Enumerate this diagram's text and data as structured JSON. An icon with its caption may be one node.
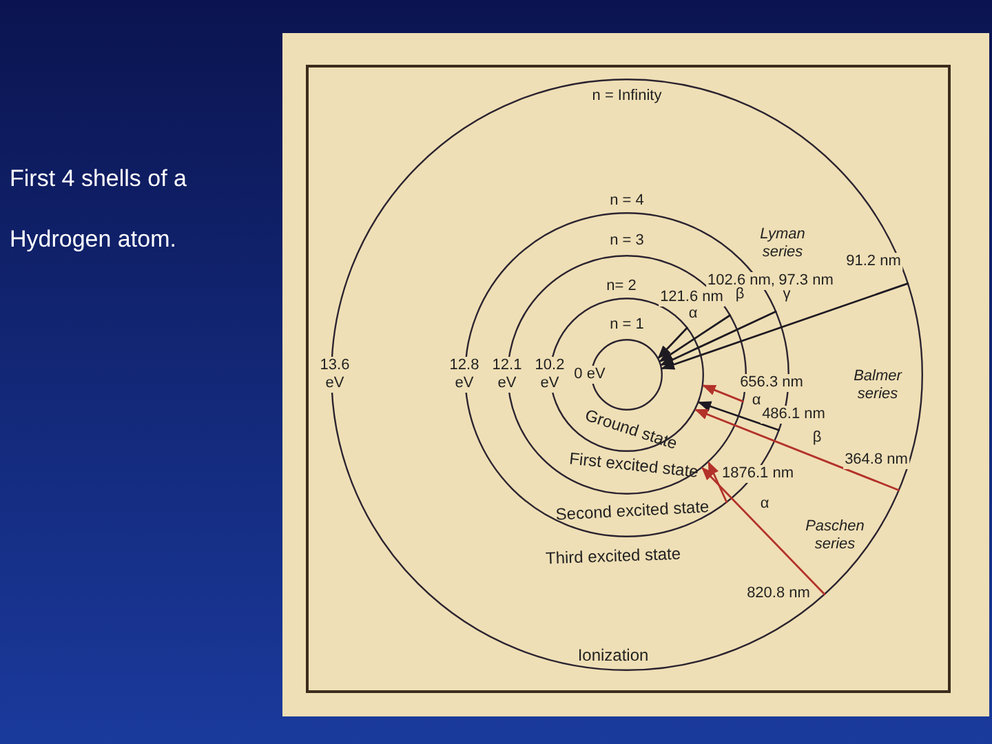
{
  "diagram": {
    "title": "First 4 shells of a Hydrogen atom.",
    "nodes": [
      {
        "text": [
          "n = Infinity",
          "13.6 eV",
          "Ionization"
        ]
      },
      {
        "text": [
          "n = 4",
          "12.8 eV",
          "Third excited state"
        ],
        "in": 0
      },
      {
        "text": [
          "n = 3",
          "12.1 eV",
          "Second excited state"
        ],
        "in": 1
      },
      {
        "text": [
          "n= 2",
          "10.2 eV",
          "First excited state"
        ],
        "in": 2
      },
      {
        "text": [
          "n = 1",
          "0 eV",
          "Ground state"
        ],
        "in": 3
      }
    ],
    "edges": [
      {
        "from": 3,
        "to": 4,
        "arrow": "to",
        "label": "121.6 nm"
      },
      {
        "from": 2,
        "to": 4,
        "arrow": "to",
        "label": "102.6 nm,"
      },
      {
        "from": 1,
        "to": 4,
        "arrow": "to",
        "label": "97.3 nm"
      },
      {
        "from": 0,
        "to": 4,
        "arrow": "to",
        "label": "91.2 nm"
      },
      {
        "from": 2,
        "to": 3,
        "arrow": "to",
        "label": "656.3 nm",
        "color": "#b3322a"
      },
      {
        "from": 1,
        "to": 3,
        "arrow": "to",
        "label": "486.1 nm"
      },
      {
        "from": 0,
        "to": 3,
        "arrow": "to",
        "label": "364.8 nm",
        "color": "#b3322a"
      },
      {
        "from": 1,
        "to": 2,
        "arrow": "to",
        "label": "1876.1 nm",
        "color": "#b3322a"
      },
      {
        "from": 0,
        "to": 2,
        "arrow": "to",
        "label": "820.8 nm",
        "color": "#b3322a"
      }
    ],
    "labels": [
      "Lyman series",
      "β",
      "γ",
      "α",
      "Balmer series",
      "α",
      "β",
      "α",
      "Paschen series"
    ]
  }
}
